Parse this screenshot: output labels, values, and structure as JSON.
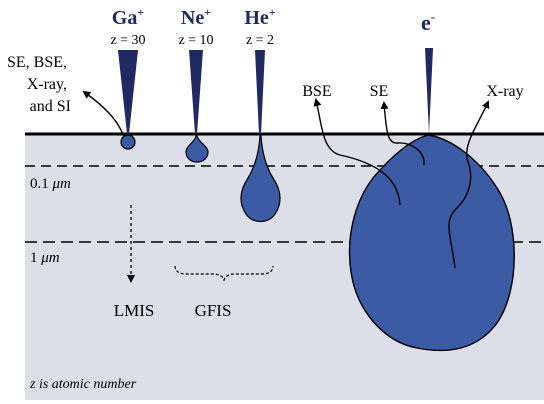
{
  "beams": [
    {
      "ion": "Ga",
      "charge": "+",
      "z_label": "z = 30"
    },
    {
      "ion": "Ne",
      "charge": "+",
      "z_label": "z = 10"
    },
    {
      "ion": "He",
      "charge": "+",
      "z_label": "z = 2"
    },
    {
      "ion": "e",
      "charge": "-",
      "z_label": ""
    }
  ],
  "emission": {
    "ga_lines": [
      "SE, BSE,",
      "X-ray,",
      "and SI"
    ],
    "bse": "BSE",
    "se": "SE",
    "xray": "X-ray"
  },
  "depths": {
    "d1_value": "0.1",
    "d1_unit": "μm",
    "d2_value": "1",
    "d2_unit": "μm"
  },
  "sources": {
    "lmis": "LMIS",
    "gfis": "GFIS"
  },
  "footnote": "z is atomic number",
  "colors": {
    "sample": "#dcdfe8",
    "beam": "#1f2a63",
    "volume": "#3b5ba5"
  }
}
